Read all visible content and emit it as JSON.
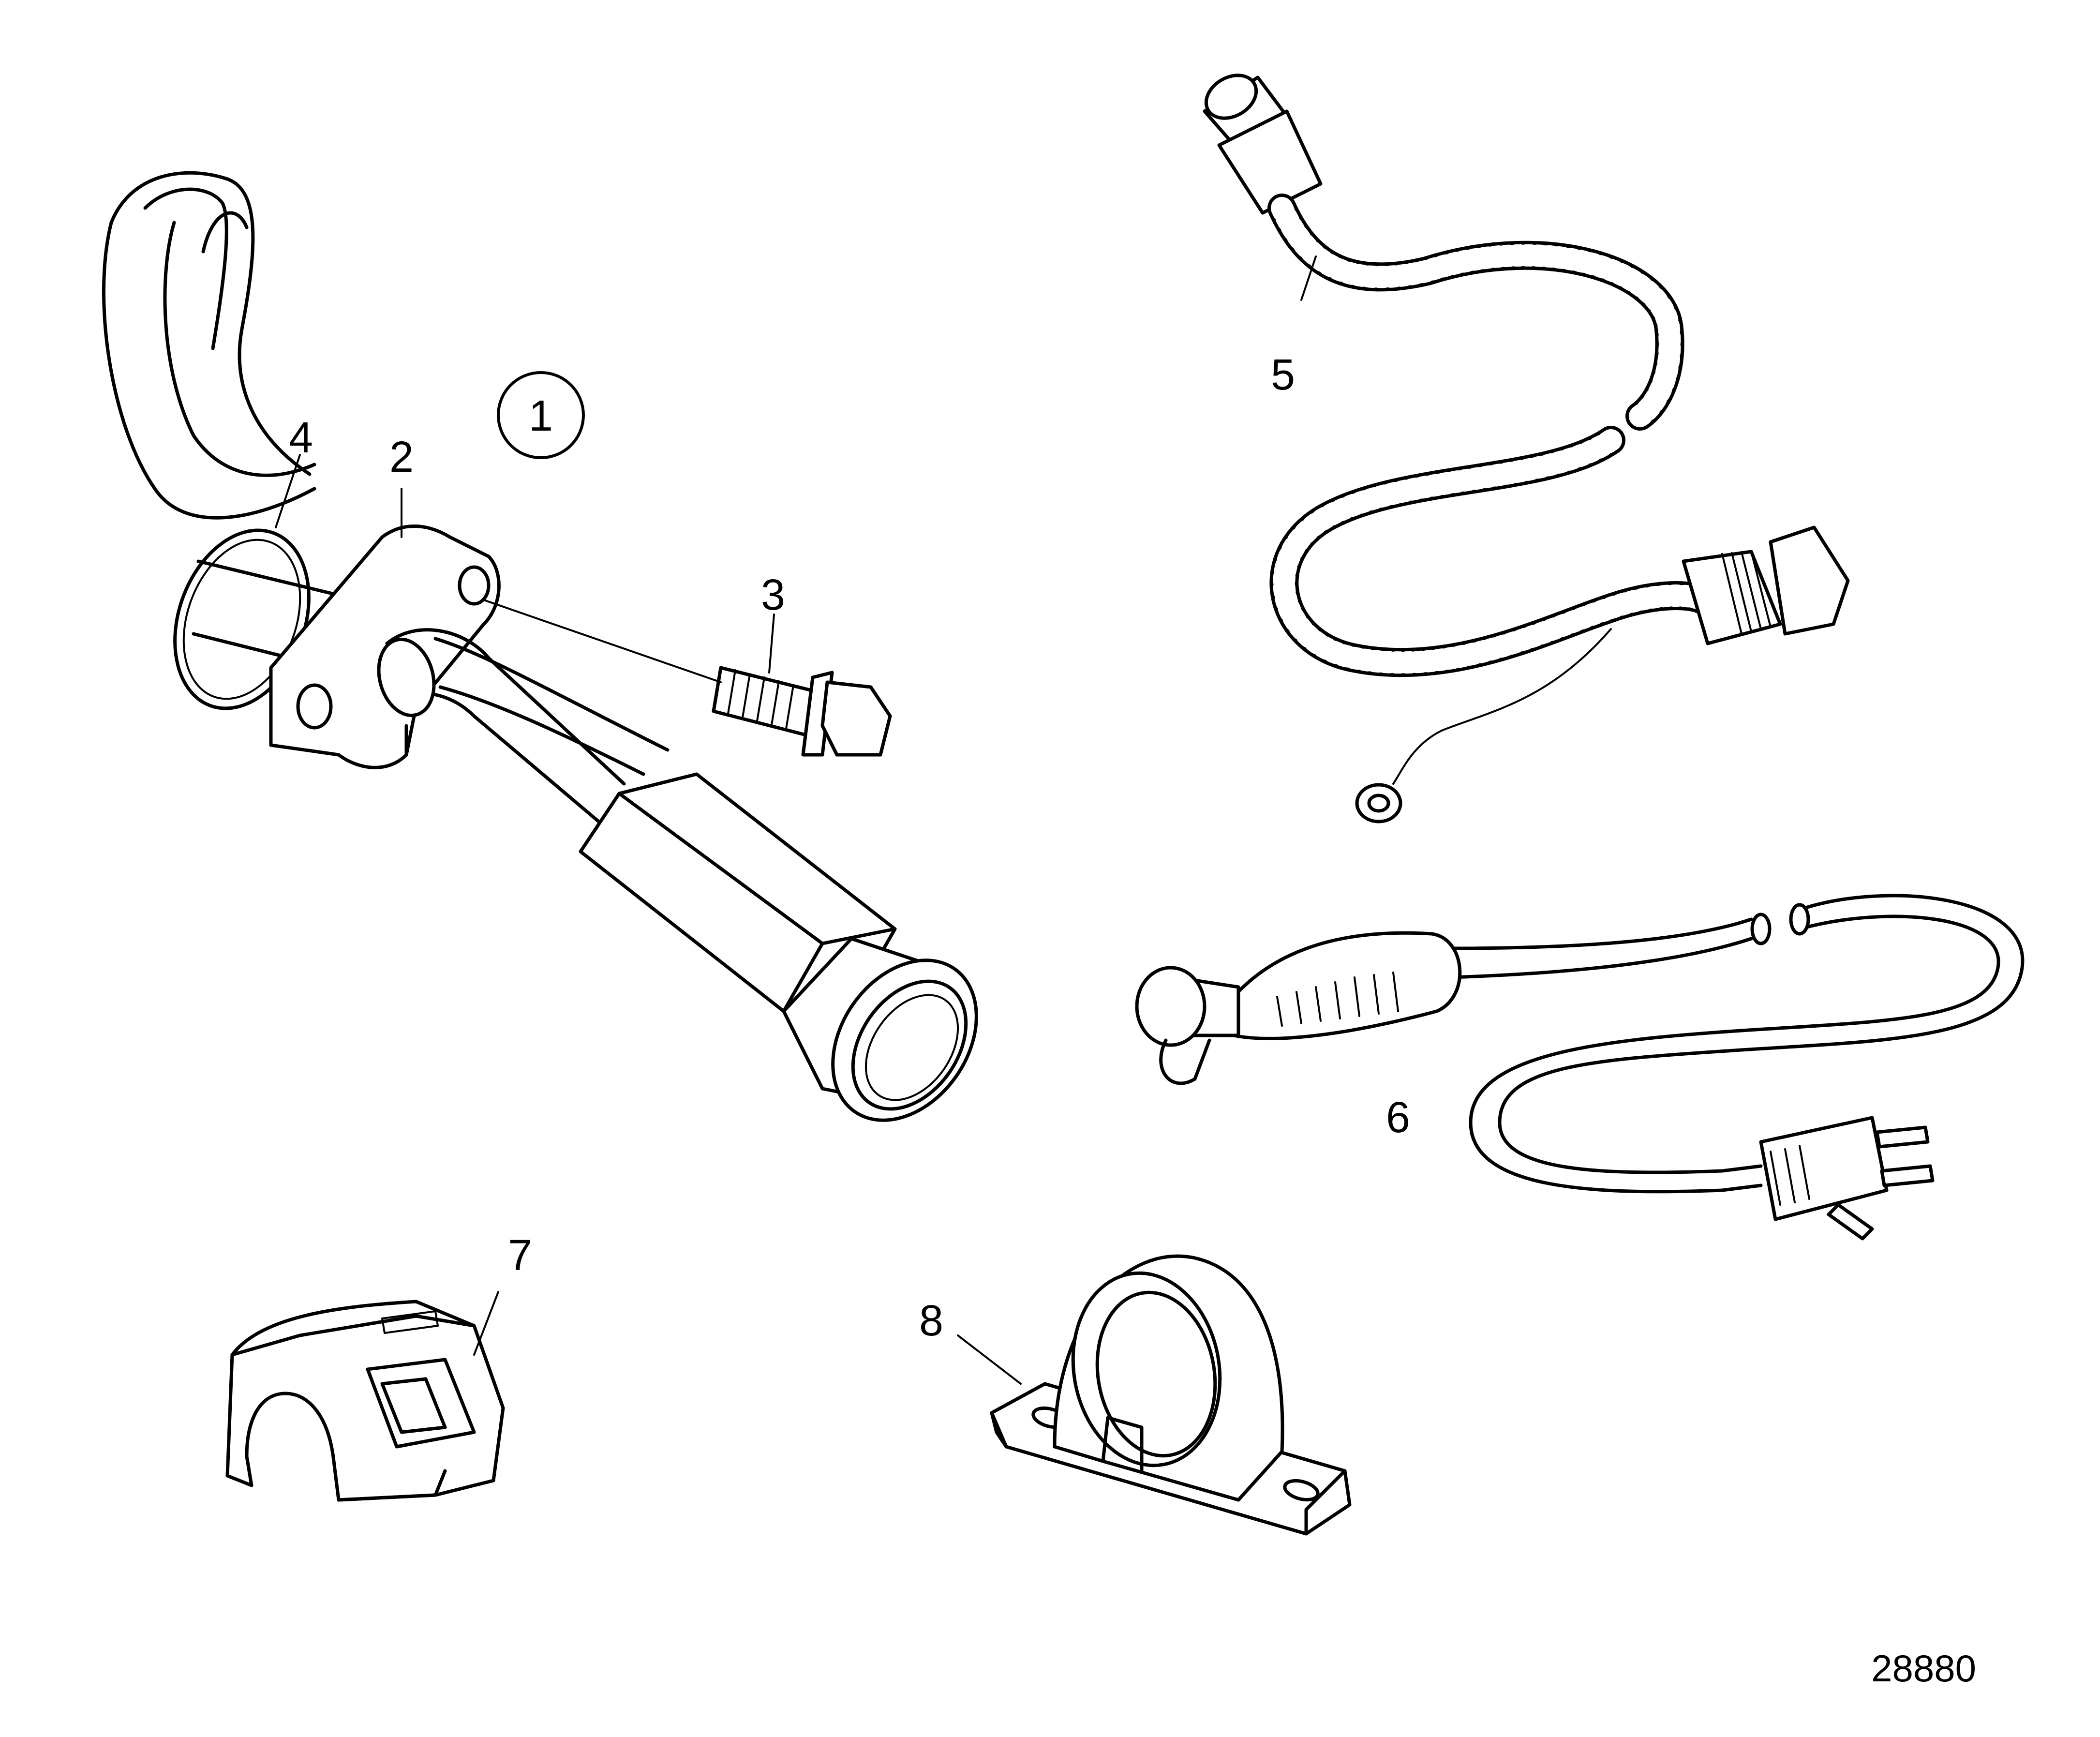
{
  "callouts": {
    "c1": "1",
    "c2": "2",
    "c3": "3",
    "c4": "4",
    "c5": "5",
    "c6": "6",
    "c7": "7",
    "c8": "8"
  },
  "reference_number": "28880"
}
